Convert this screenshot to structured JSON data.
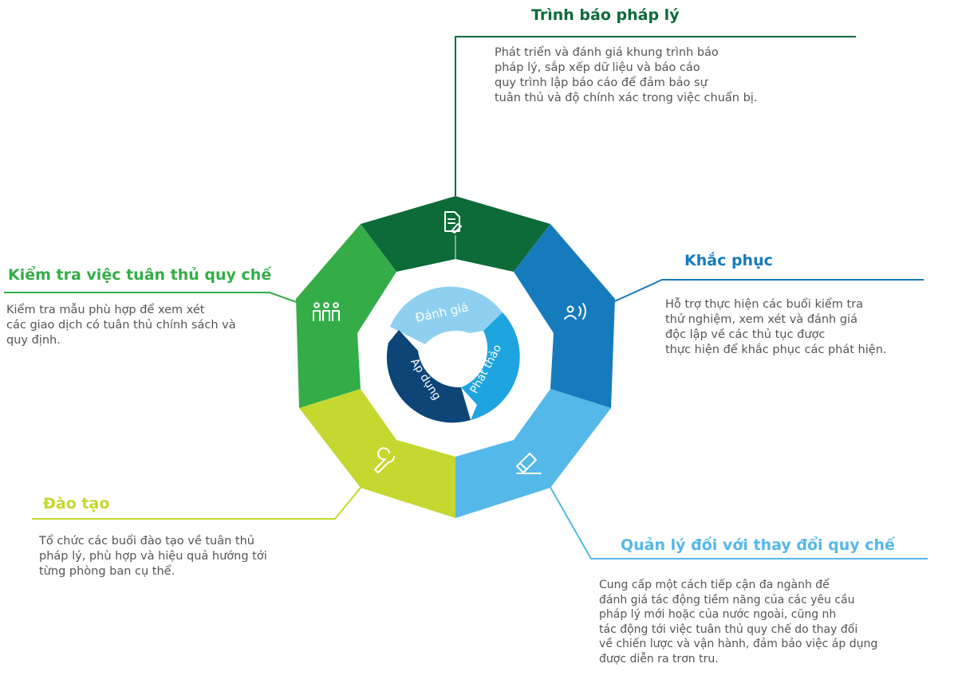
{
  "colors": {
    "dark_green": "#0d6b39",
    "green": "#34ad48",
    "lime": "#c4d82f",
    "light_blue": "#54b8e9",
    "blue": "#167bbd",
    "cycle_light": "#8fd0f1",
    "cycle_mid": "#1ea4df",
    "cycle_dark": "#0d4577",
    "text": "#555555"
  },
  "center_cycle": {
    "top": "Đánh giá",
    "right": "Phát thảo",
    "left": "Áp dụng"
  },
  "segments": [
    {
      "key": "reporting",
      "title": "Trình báo pháp lý",
      "title_color": "#0d6b39",
      "icon": "document-pen-icon",
      "lines": [
        "Phát triển và đánh giá khung trình báo",
        "pháp lý, sắp xếp dữ liệu và báo cáo",
        "quy trình lập báo cáo để đảm bảo sự",
        "tuân thủ và độ chính xác trong việc chuẩn bị."
      ]
    },
    {
      "key": "remediation",
      "title": "Khắc phục",
      "title_color": "#167bbd",
      "icon": "person-speaking-icon",
      "lines": [
        "Hỗ trợ thực hiện các buổi kiểm tra",
        "thử nghiệm, xem xét và đánh giá",
        "độc lập về các thủ tục được",
        "thực hiện để khắc phục các phát hiện."
      ]
    },
    {
      "key": "change",
      "title": "Quản lý đối với thay đổi quy chế",
      "title_color": "#54b8e9",
      "icon": "eraser-icon",
      "lines": [
        "Cung cấp một cách tiếp cận đa ngành để",
        "đánh giá tác động tiềm năng của các yêu cầu",
        "pháp lý mới hoặc của nước ngoài, cũng nh",
        "tác động tới việc tuân thủ quy chế do thay đổi",
        "về chiến lược và vận hành, đảm bảo việc áp dụng",
        "được diễn ra trơn tru."
      ]
    },
    {
      "key": "training",
      "title": "Đào tạo",
      "title_color": "#c4d82f",
      "icon": "wrench-icon",
      "lines": [
        "Tổ chức các buổi đào tạo về tuân thủ",
        "pháp lý, phù hợp và hiệu quả hướng tới",
        "từng phòng ban cụ thể."
      ]
    },
    {
      "key": "monitoring",
      "title": "Kiểm tra việc tuân thủ quy chế",
      "title_color": "#34ad48",
      "icon": "people-icon",
      "lines": [
        "Kiểm tra mẫu phù hợp để xem xét",
        "các giao dịch có tuân thủ chính sách và",
        "quy định."
      ]
    }
  ]
}
